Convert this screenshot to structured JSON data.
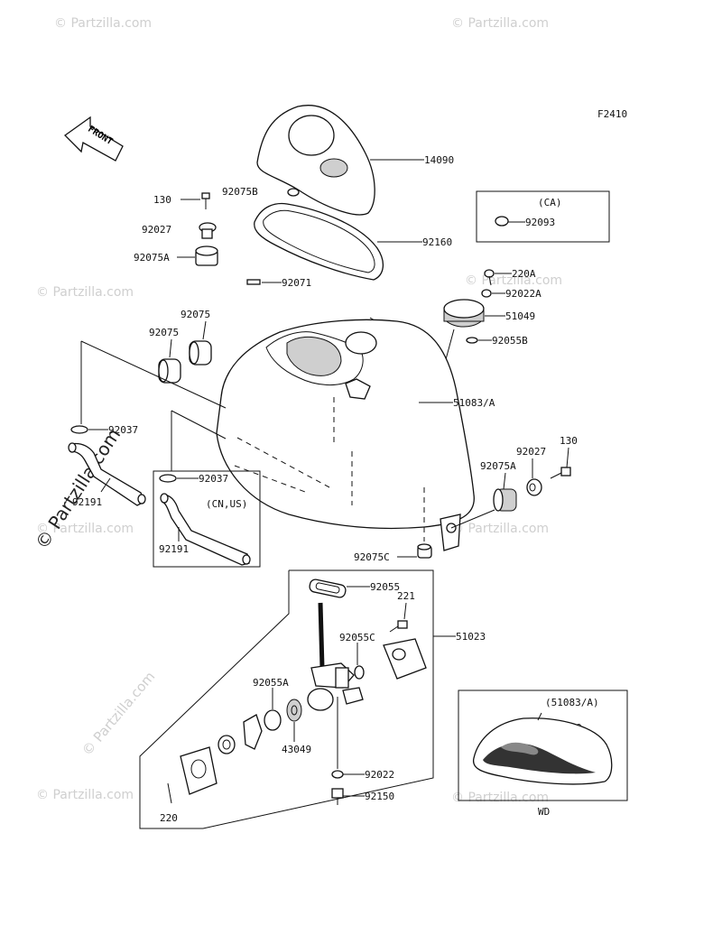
{
  "figure_code": "F2410",
  "front_arrow_label": "FRONT",
  "watermarks": {
    "side": "© Partzilla.com",
    "tile": "© Partzilla.com"
  },
  "groups": {
    "ca": "(CA)",
    "cn_us": "(CN,US)",
    "inset_ref": "(51083/A)",
    "inset_color": "Blue",
    "inset_caption": "WD"
  },
  "parts": [
    {
      "id": "p14090",
      "label": "14090"
    },
    {
      "id": "p92075b",
      "label": "92075B"
    },
    {
      "id": "p130a",
      "label": "130"
    },
    {
      "id": "p92027a",
      "label": "92027"
    },
    {
      "id": "p92160",
      "label": "92160"
    },
    {
      "id": "p92075a1",
      "label": "92075A"
    },
    {
      "id": "p92093",
      "label": "92093"
    },
    {
      "id": "p92071",
      "label": "92071"
    },
    {
      "id": "p220a",
      "label": "220A"
    },
    {
      "id": "p92022a",
      "label": "92022A"
    },
    {
      "id": "p92075c1",
      "label": "92075"
    },
    {
      "id": "p92075c2",
      "label": "92075"
    },
    {
      "id": "p51049",
      "label": "51049"
    },
    {
      "id": "p92055b",
      "label": "92055B"
    },
    {
      "id": "p51083",
      "label": "51083/A"
    },
    {
      "id": "p92037a",
      "label": "92037"
    },
    {
      "id": "p130b",
      "label": "130"
    },
    {
      "id": "p92027b",
      "label": "92027"
    },
    {
      "id": "p92075a2",
      "label": "92075A"
    },
    {
      "id": "p92037b",
      "label": "92037"
    },
    {
      "id": "p92191a",
      "label": "92191"
    },
    {
      "id": "p92191b",
      "label": "92191"
    },
    {
      "id": "p92075c",
      "label": "92075C"
    },
    {
      "id": "p92055",
      "label": "92055"
    },
    {
      "id": "p221",
      "label": "221"
    },
    {
      "id": "p51023",
      "label": "51023"
    },
    {
      "id": "p92055c",
      "label": "92055C"
    },
    {
      "id": "p92055a",
      "label": "92055A"
    },
    {
      "id": "p43049",
      "label": "43049"
    },
    {
      "id": "p92022",
      "label": "92022"
    },
    {
      "id": "p92150",
      "label": "92150"
    },
    {
      "id": "p220",
      "label": "220"
    }
  ]
}
